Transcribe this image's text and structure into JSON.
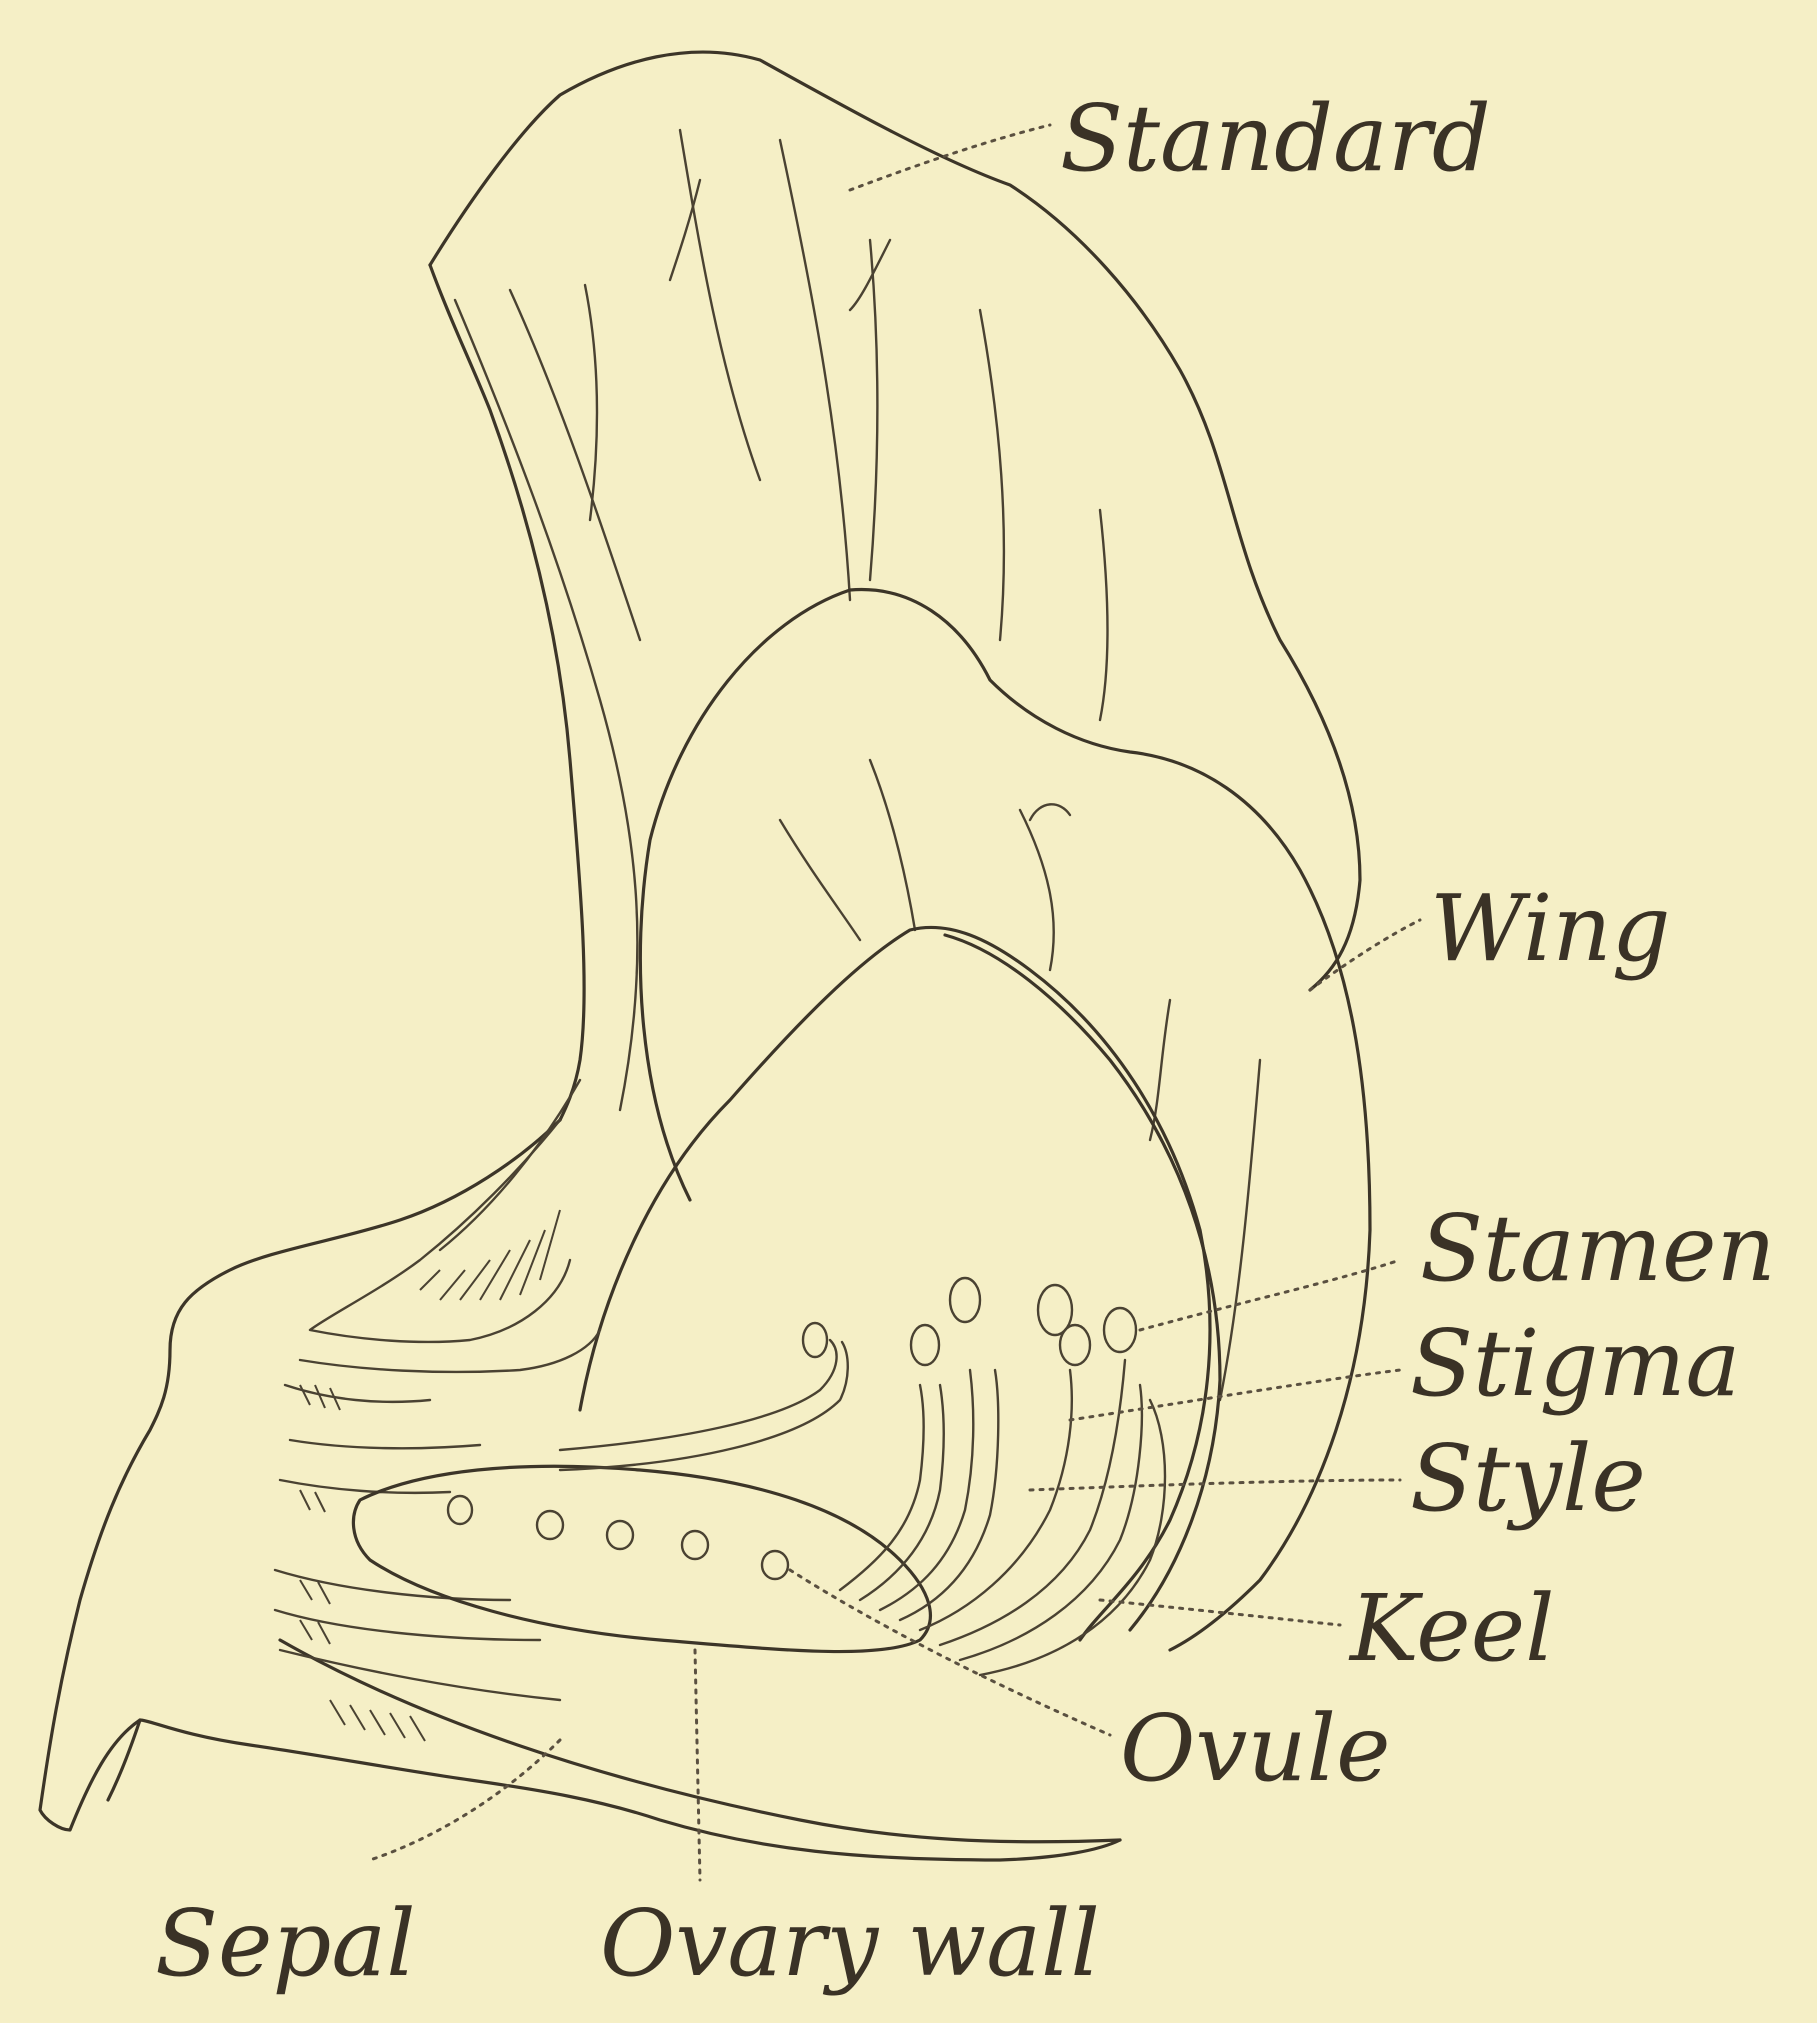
{
  "labels": {
    "standard": "Standard",
    "wing": "Wing",
    "stamen": "Stamen",
    "stigma": "Stigma",
    "style": "Style",
    "keel": "Keel",
    "ovule": "Ovule",
    "sepal": "Sepal",
    "ovary_wall": "Ovary wall"
  },
  "colors": {
    "paper": "#f5efc6",
    "ink": "#3c3528"
  }
}
